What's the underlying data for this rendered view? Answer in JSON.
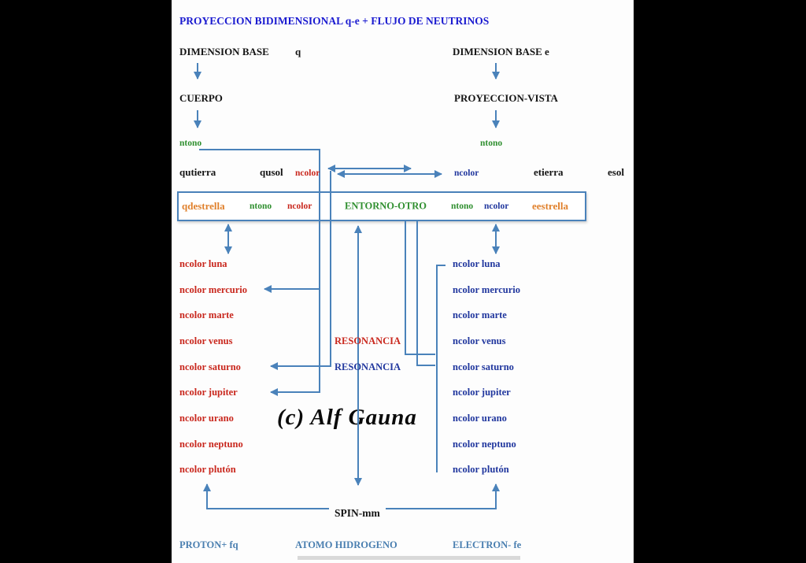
{
  "title": "PROYECCION BIDIMENSIONAL  q-e + FLUJO DE NEUTRINOS",
  "q_branch": {
    "dimension_label": "DIMENSION BASE",
    "dimension_symbol": "q",
    "node": "CUERPO",
    "ntono": "ntono",
    "row": {
      "first": "qutierra",
      "second": "qusol",
      "ncolor": "ncolor"
    }
  },
  "e_branch": {
    "dimension_label": "DIMENSION BASE e",
    "node": "PROYECCION-VISTA",
    "ntono": "ntono",
    "row": {
      "ncolor": "ncolor",
      "first": "etierra",
      "second": "esol"
    }
  },
  "entorno_box": {
    "q_star": "qdestrella",
    "q_ntono": "ntono",
    "q_ncolor": "ncolor",
    "center": "ENTORNO-OTRO",
    "e_ntono": "ntono",
    "e_ncolor": "ncolor",
    "e_star": "eestrella"
  },
  "q_planets": [
    "ncolor luna",
    "ncolor mercurio",
    "ncolor marte",
    "ncolor venus",
    "ncolor saturno",
    "ncolor jupiter",
    "ncolor urano",
    "ncolor neptuno",
    "ncolor plutón"
  ],
  "e_planets": [
    "ncolor luna",
    "ncolor mercurio",
    "ncolor marte",
    "ncolor venus",
    "ncolor saturno",
    "ncolor jupiter",
    "ncolor urano",
    "ncolor neptuno",
    "ncolor plutón"
  ],
  "resonancia": {
    "red": "RESONANCIA",
    "blue": "RESONANCIA"
  },
  "watermark": "(c) Alf Gauna",
  "spin": "SPIN-mm",
  "footer": {
    "proton": "PROTON+ fq",
    "atom": "ATOMO HIDROGENO",
    "electron": "ELECTRON- fe"
  },
  "colors": {
    "title_blue": "#1b1bd0",
    "line_blue": "#4a82ba",
    "label_red": "#c9281e",
    "label_green": "#2f8f2f",
    "label_orange": "#e0812d",
    "label_navy": "#21379e",
    "footer_steel_blue": "#4a7fb0",
    "background_black": "#000000",
    "canvas_white": "#fdfdfd"
  }
}
